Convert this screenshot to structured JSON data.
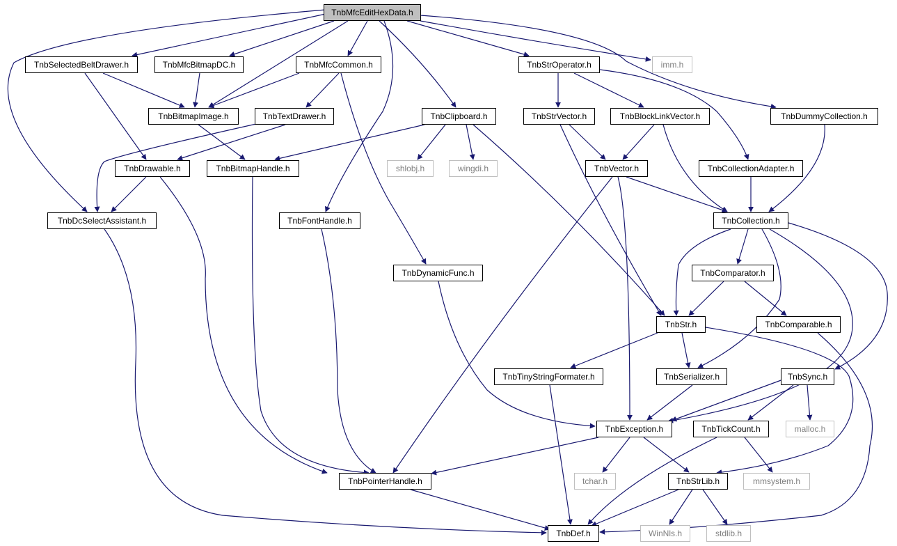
{
  "colors": {
    "edge": "#191970",
    "root_fill": "#bfbfbf",
    "external_border": "#bfbfbf"
  },
  "nodes": {
    "root": "TnbMfcEditHexData.h",
    "selected_belt_drawer": "TnbSelectedBeltDrawer.h",
    "mfc_bitmap_dc": "TnbMfcBitmapDC.h",
    "mfc_common": "TnbMfcCommon.h",
    "str_operator": "TnbStrOperator.h",
    "imm": "imm.h",
    "bitmap_image": "TnbBitmapImage.h",
    "text_drawer": "TnbTextDrawer.h",
    "clipboard": "TnbClipboard.h",
    "str_vector": "TnbStrVector.h",
    "block_link_vector": "TnbBlockLinkVector.h",
    "dummy_collection": "TnbDummyCollection.h",
    "drawable": "TnbDrawable.h",
    "bitmap_handle": "TnbBitmapHandle.h",
    "shlobj": "shlobj.h",
    "wingdi": "wingdi.h",
    "vector": "TnbVector.h",
    "collection_adapter": "TnbCollectionAdapter.h",
    "dc_select_assistant": "TnbDcSelectAssistant.h",
    "font_handle": "TnbFontHandle.h",
    "collection": "TnbCollection.h",
    "dynamic_func": "TnbDynamicFunc.h",
    "comparator": "TnbComparator.h",
    "str": "TnbStr.h",
    "comparable": "TnbComparable.h",
    "tiny_string_formater": "TnbTinyStringFormater.h",
    "serializer": "TnbSerializer.h",
    "sync": "TnbSync.h",
    "exception": "TnbException.h",
    "tick_count": "TnbTickCount.h",
    "malloc": "malloc.h",
    "pointer_handle": "TnbPointerHandle.h",
    "tchar": "tchar.h",
    "str_lib": "TnbStrLib.h",
    "mmsystem": "mmsystem.h",
    "def": "TnbDef.h",
    "winnls": "WinNls.h",
    "stdlib": "stdlib.h"
  }
}
